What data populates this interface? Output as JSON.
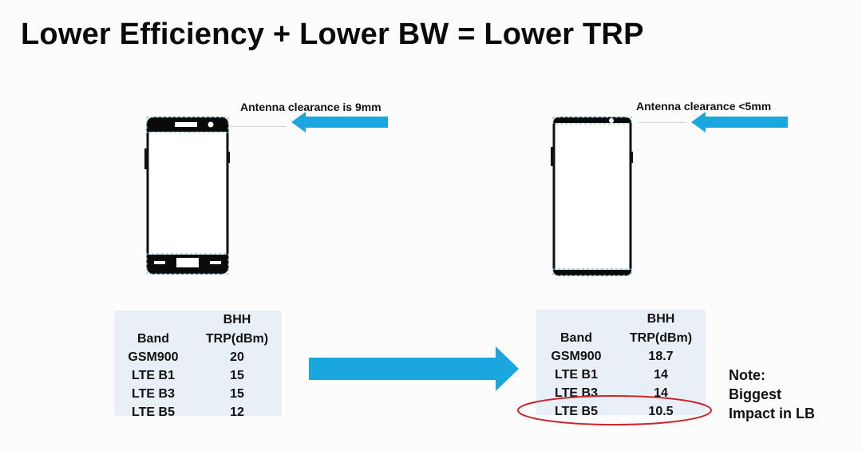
{
  "slide": {
    "title": "Lower Efficiency + Lower BW = Lower TRP",
    "accent_color": "#1aa7df",
    "highlight_color": "#c8282d"
  },
  "left_phone": {
    "callout": "Antenna clearance is 9mm",
    "table": {
      "headers": [
        {
          "line1": "",
          "line2": "Band"
        },
        {
          "line1": "BHH",
          "line2": "TRP(dBm)"
        }
      ],
      "rows": [
        {
          "band": "GSM900",
          "trp": "20"
        },
        {
          "band": "LTE B1",
          "trp": "15"
        },
        {
          "band": "LTE B3",
          "trp": "15"
        },
        {
          "band": "LTE B5",
          "trp": "12"
        }
      ]
    }
  },
  "right_phone": {
    "callout": "Antenna clearance <5mm",
    "table": {
      "headers": [
        {
          "line1": "",
          "line2": "Band"
        },
        {
          "line1": "BHH",
          "line2": "TRP(dBm)"
        }
      ],
      "rows": [
        {
          "band": "GSM900",
          "trp": "18.7"
        },
        {
          "band": "LTE B1",
          "trp": "14"
        },
        {
          "band": "LTE B3",
          "trp": "14"
        },
        {
          "band": "LTE B5",
          "trp": "10.5"
        }
      ]
    }
  },
  "note": {
    "line1": "Note:",
    "line2": "Biggest",
    "line3": "Impact in LB"
  }
}
